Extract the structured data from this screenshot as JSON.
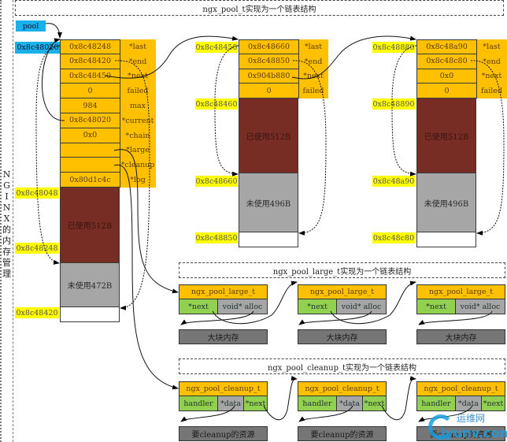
{
  "side_label": [
    "N",
    "G",
    "I",
    "N",
    "X",
    "的",
    "内",
    "存",
    "管",
    "理"
  ],
  "titles": {
    "pool": "ngx_pool_t实现为一个链表结构",
    "large": "ngx_pool_large_t实现为一个链表结构",
    "cleanup": "ngx_pool_cleanup_t实现为一个链表结构"
  },
  "pool_label": "pool",
  "pool1": {
    "base_addr": "0x8c48020",
    "fields": [
      {
        "value": "0x8c48248",
        "name": "*last"
      },
      {
        "value": "0x8c48420",
        "name": "*end"
      },
      {
        "value": "0x8c48450",
        "name": "*next"
      },
      {
        "value": "0",
        "name": "failed"
      },
      {
        "value": "984",
        "name": "max"
      },
      {
        "value": "0x8c48020",
        "name": "*current"
      },
      {
        "value": "0x0",
        "name": "*chain"
      },
      {
        "value": "",
        "name": "*large"
      },
      {
        "value": "",
        "name": "*cleanup"
      },
      {
        "value": "0x80d1c4c",
        "name": "*log"
      }
    ],
    "used_addr": "0x8c48048",
    "used_label": "已使用512B",
    "unused_addr": "0x8c48248",
    "unused_label": "未使用472B",
    "end_addr": "0x8c48420"
  },
  "pool2": {
    "base_addr": "0x8c48450",
    "fields": [
      {
        "value": "0x8c48660",
        "name": "*last"
      },
      {
        "value": "0x8c48850",
        "name": "*end"
      },
      {
        "value": "0x904b880",
        "name": "*next"
      },
      {
        "value": "0",
        "name": "failed"
      }
    ],
    "used_addr": "0x8c48460",
    "used_label": "已使用512B",
    "unused_addr": "0x8c48660",
    "unused_label": "未使用496B",
    "end_addr": "0x8c48850"
  },
  "pool3": {
    "base_addr": "0x8c48880",
    "fields": [
      {
        "value": "0x8c48a90",
        "name": "*last"
      },
      {
        "value": "0x8c48c80",
        "name": "*end"
      },
      {
        "value": "0x0",
        "name": "*next"
      },
      {
        "value": "0",
        "name": "failed"
      }
    ],
    "used_addr": "0x8c48890",
    "used_label": "已使用512B",
    "unused_addr": "0x8c48a90",
    "unused_label": "未使用496B",
    "end_addr": "0x8c48c80"
  },
  "large_nodes": [
    {
      "type": "ngx_pool_large_t",
      "next": "*next",
      "alloc": "void* alloc",
      "block": "大块内存"
    },
    {
      "type": "ngx_pool_large_t",
      "next": "*next",
      "alloc": "void* alloc",
      "block": "大块内存"
    },
    {
      "type": "ngx_pool_large_t",
      "next": "*next",
      "alloc": "void* alloc",
      "block": "大块内存"
    }
  ],
  "cleanup_nodes": [
    {
      "type": "ngx_pool_cleanup_t",
      "handler": "handler",
      "data": "*data",
      "next": "*next",
      "resource": "要cleanup的资源"
    },
    {
      "type": "ngx_pool_cleanup_t",
      "handler": "handler",
      "data": "*data",
      "next": "*next",
      "resource": "要cleanup的资源"
    },
    {
      "type": "ngx_pool_cleanup_t",
      "handler": "handler",
      "data": "*data",
      "next": "*next",
      "resource": "要cleanup的资源"
    }
  ],
  "watermark": {
    "top": "运维网",
    "bottom": "iyunv.com"
  },
  "colors": {
    "field_bg": "#ffc000",
    "used_bg": "#772c24",
    "unused_bg": "#a6a6a6",
    "addr_bg": "#ffff00",
    "pool_bg": "#1ab0e8",
    "green": "#92d050",
    "dark_block": "#767676"
  }
}
